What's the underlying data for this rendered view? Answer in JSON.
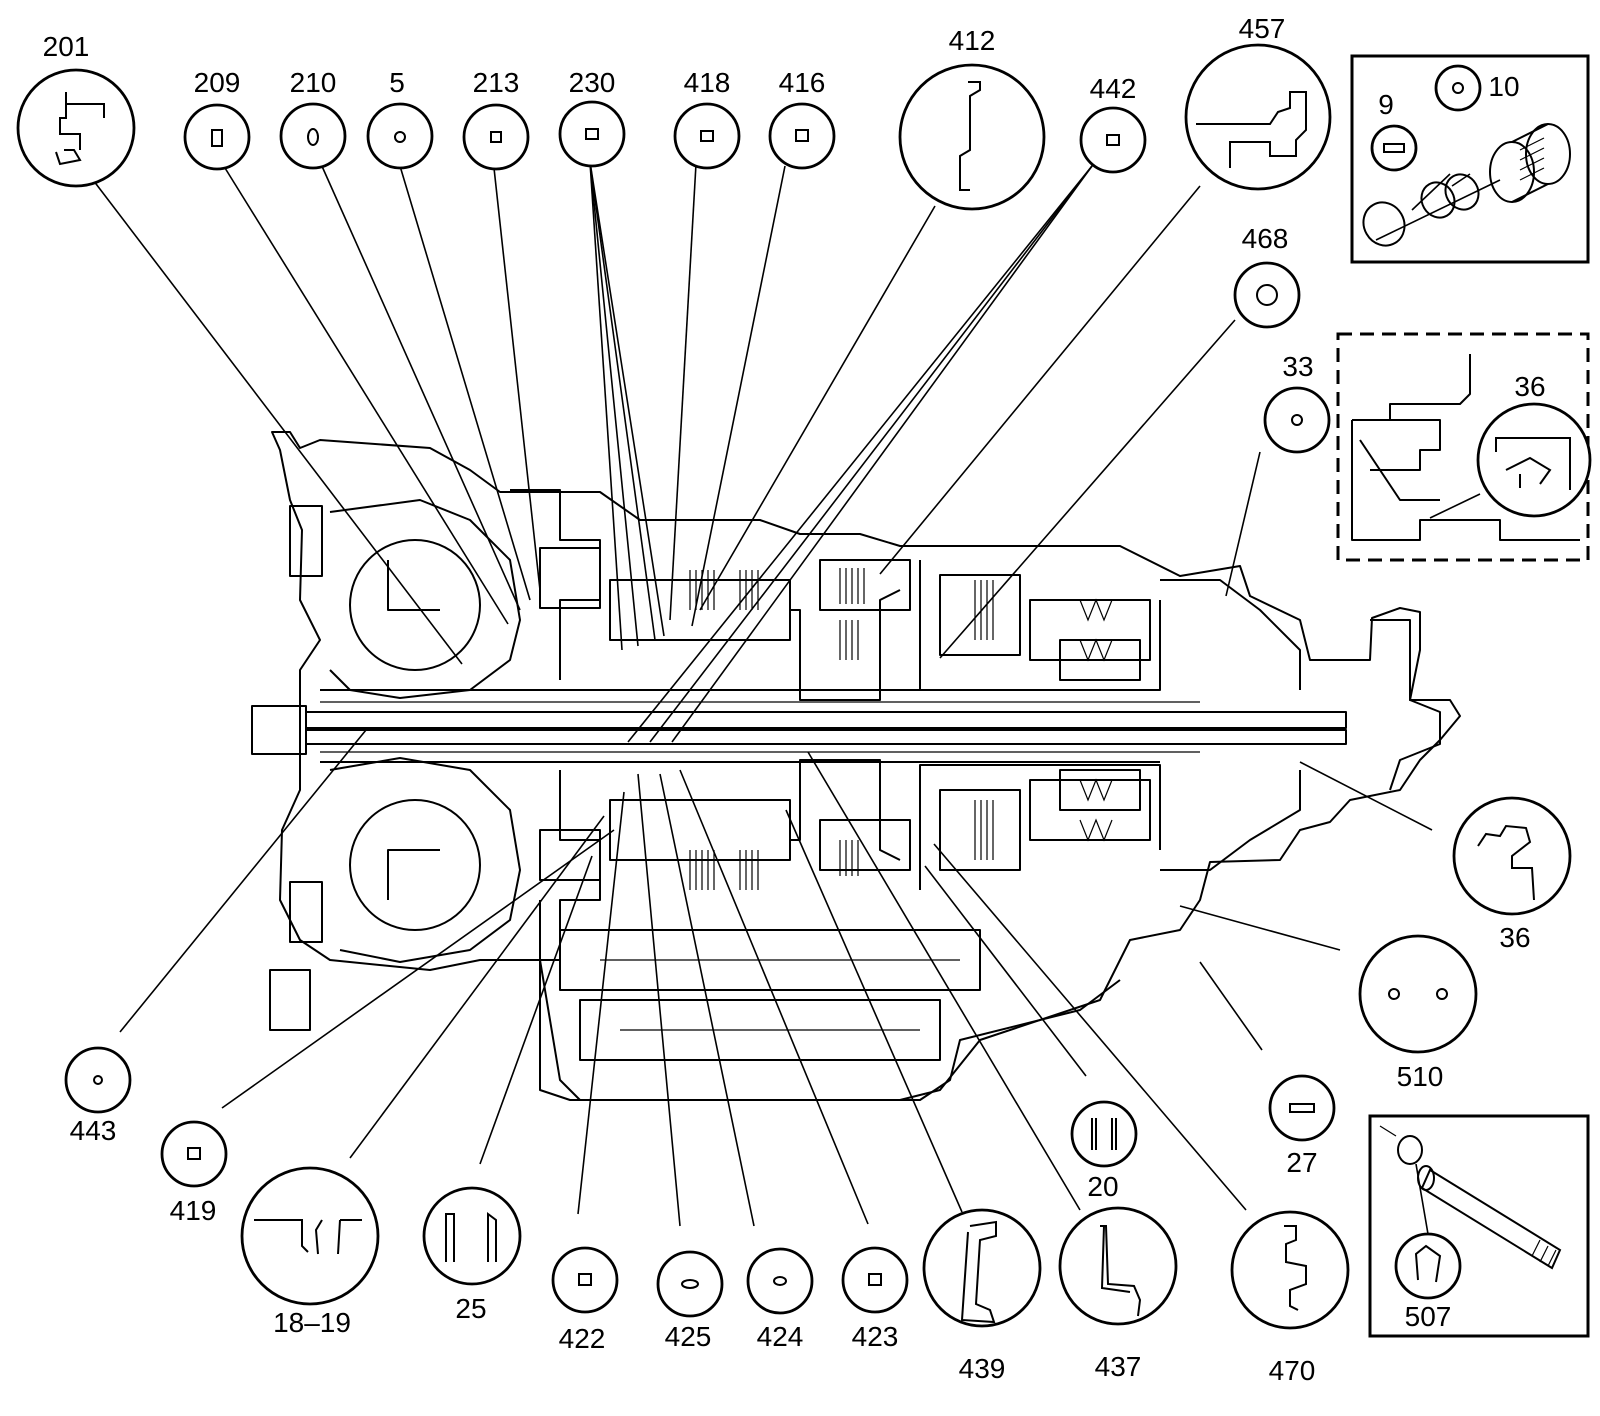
{
  "callouts": [
    {
      "label": "201",
      "icon": "seal-profile-icon"
    },
    {
      "label": "209",
      "icon": "square-seal-icon"
    },
    {
      "label": "210",
      "icon": "o-ring-icon"
    },
    {
      "label": "5",
      "icon": "o-ring-icon"
    },
    {
      "label": "213",
      "icon": "square-seal-icon"
    },
    {
      "label": "230",
      "icon": "square-seal-icon"
    },
    {
      "label": "418",
      "icon": "square-seal-icon"
    },
    {
      "label": "416",
      "icon": "square-seal-icon"
    },
    {
      "label": "412",
      "icon": "seal-profile-icon"
    },
    {
      "label": "442",
      "icon": "square-seal-icon"
    },
    {
      "label": "457",
      "icon": "seal-profile-icon"
    },
    {
      "label": "468",
      "icon": "o-ring-icon"
    },
    {
      "label": "33",
      "icon": "o-ring-icon"
    },
    {
      "label": "36",
      "icon": "seal-profile-icon"
    },
    {
      "label": "36",
      "icon": "seal-profile-icon"
    },
    {
      "label": "510",
      "icon": "o-ring-pair-icon"
    },
    {
      "label": "27",
      "icon": "seal-ring-icon"
    },
    {
      "label": "443",
      "icon": "o-ring-icon"
    },
    {
      "label": "419",
      "icon": "square-seal-icon"
    },
    {
      "label": "18–19",
      "icon": "seal-profile-icon"
    },
    {
      "label": "25",
      "icon": "seal-profile-icon"
    },
    {
      "label": "422",
      "icon": "square-seal-icon"
    },
    {
      "label": "425",
      "icon": "o-ring-icon"
    },
    {
      "label": "424",
      "icon": "o-ring-icon"
    },
    {
      "label": "423",
      "icon": "square-seal-icon"
    },
    {
      "label": "439",
      "icon": "seal-profile-icon"
    },
    {
      "label": "437",
      "icon": "seal-profile-icon"
    },
    {
      "label": "470",
      "icon": "seal-profile-icon"
    },
    {
      "label": "20",
      "icon": "seal-profile-icon"
    }
  ],
  "insets": {
    "rings": {
      "labels": [
        "9",
        "10"
      ]
    },
    "detail": {
      "label": "36"
    },
    "shaft": {
      "label": "507"
    }
  }
}
